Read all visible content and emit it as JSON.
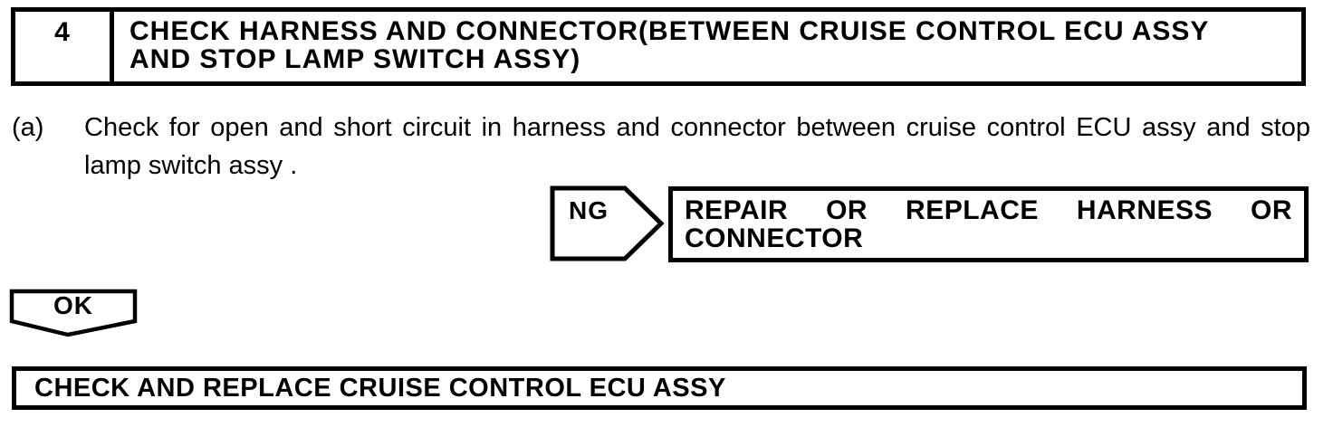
{
  "page": {
    "paper_color": "#ffffff",
    "ink_color": "#000000"
  },
  "step_header": {
    "number": "4",
    "title": "CHECK HARNESS AND CONNECTOR(BETWEEN CRUISE CONTROL ECU ASSY AND STOP LAMP SWITCH ASSY)",
    "title_lines": [
      "CHECK HARNESS AND CONNECTOR(BETWEEN CRUISE CONTROL ECU ASSY",
      "AND STOP LAMP SWITCH ASSY)"
    ]
  },
  "instruction": {
    "label": "(a)",
    "text": "Check for open and short circuit in harness and connector between cruise control ECU assy and stop lamp switch assy .",
    "lines": [
      "Check for open and short circuit in harness and connector between cruise control ECU assy and stop",
      "lamp switch assy ."
    ]
  },
  "ng_branch": {
    "tag": "NG",
    "action": "REPAIR OR REPLACE HARNESS OR CONNECTOR",
    "action_lines": [
      "REPAIR OR REPLACE HARNESS OR",
      "CONNECTOR"
    ]
  },
  "ok_branch": {
    "tag": "OK"
  },
  "next_step": {
    "title": "CHECK AND REPLACE CRUISE CONTROL ECU ASSY"
  }
}
